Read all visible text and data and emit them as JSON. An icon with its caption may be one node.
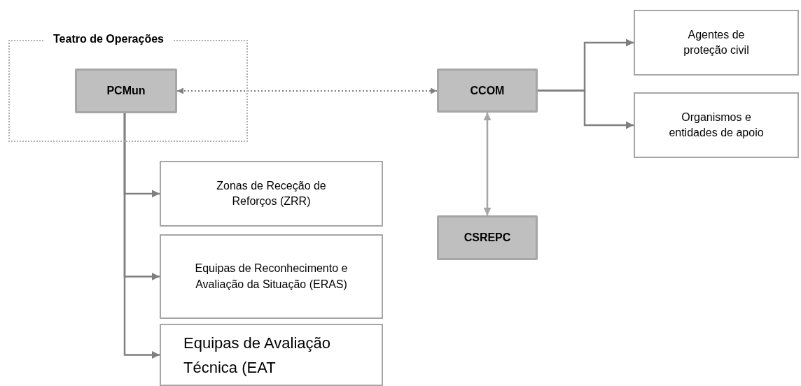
{
  "diagram": {
    "nodes": [
      {
        "text": [
          "Teatro de Operações"
        ]
      },
      {
        "text": [
          "PCMun"
        ],
        "in": 0
      },
      {
        "text": [
          "CCOM"
        ]
      },
      {
        "text": [
          "Agentes de proteção civil"
        ]
      },
      {
        "text": [
          "Organismos e entidades de apoio"
        ]
      },
      {
        "text": [
          "CSREPC"
        ]
      },
      {
        "text": [
          "Zonas de Receção de Reforços (ZRR)"
        ]
      },
      {
        "text": [
          "Equipas de Reconhecimento e Avaliação da Situação (ERAS)"
        ]
      },
      {
        "text": [
          "Equipas de Avaliação Técnica (EAT"
        ]
      }
    ],
    "edges": [
      {
        "from": 1,
        "to": 2,
        "arrow": "both",
        "style": "dashed"
      },
      {
        "from": 2,
        "to": 3,
        "arrow": "to"
      },
      {
        "from": 2,
        "to": 4,
        "arrow": "to"
      },
      {
        "from": 2,
        "to": 5,
        "arrow": "both",
        "color": "#a6a6a6"
      },
      {
        "from": 1,
        "to": 6,
        "arrow": "to"
      },
      {
        "from": 1,
        "to": 7,
        "arrow": "to"
      },
      {
        "from": 1,
        "to": 8,
        "arrow": "to"
      }
    ]
  }
}
